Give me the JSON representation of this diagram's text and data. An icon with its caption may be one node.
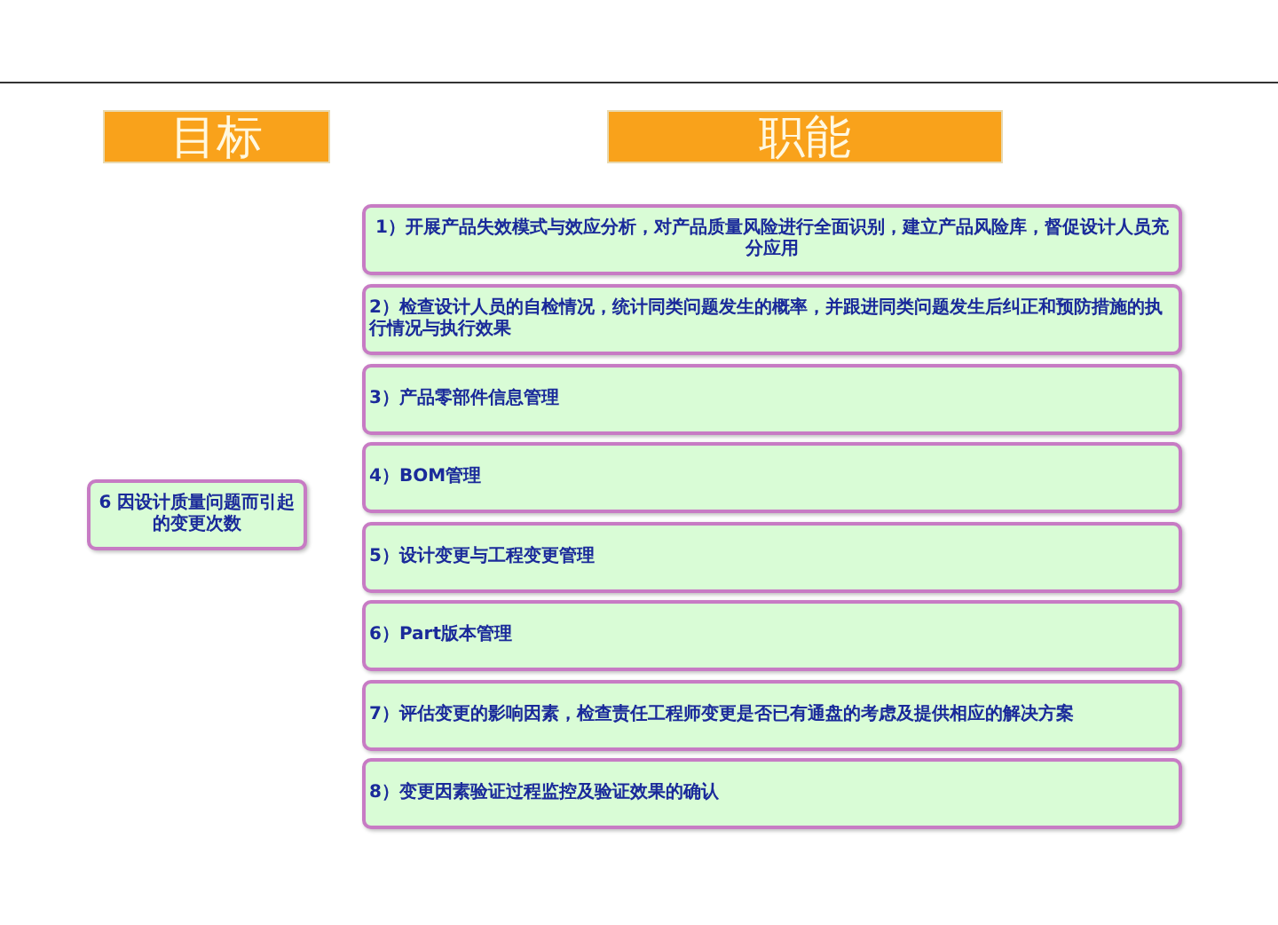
{
  "diagram": {
    "nodes": [
      {
        "text": [
          "目标"
        ]
      },
      {
        "text": [
          "职能"
        ]
      },
      {
        "text": [
          "6 因设计质量问题而引起的变更次数"
        ]
      },
      {
        "text": [
          "1）开展产品失效模式与效应分析，对产品质量风险进行全面识别，建立产品风险库，督促设计人员充分应用"
        ]
      },
      {
        "text": [
          "2）检查设计人员的自检情况，统计同类问题发生的概率，并跟进同类问题发生后纠正和预防措施的执行情况与执行效果"
        ]
      },
      {
        "text": [
          "3）产品零部件信息管理"
        ]
      },
      {
        "text": [
          "4）BOM管理"
        ]
      },
      {
        "text": [
          "5）设计变更与工程变更管理"
        ]
      },
      {
        "text": [
          "6）Part版本管理"
        ]
      },
      {
        "text": [
          "7）评估变更的影响因素，检查责任工程师变更是否已有通盘的考虑及提供相应的解决方案"
        ]
      },
      {
        "text": [
          "8）变更因素验证过程监控及验证效果的确认"
        ]
      }
    ],
    "edges": []
  }
}
